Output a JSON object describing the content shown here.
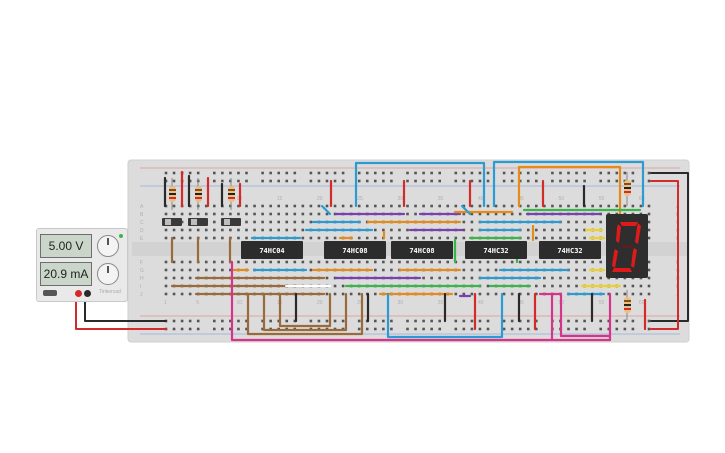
{
  "power_supply": {
    "voltage": "5.00 V",
    "current": "20.9 mA",
    "brand": "Tinkercad"
  },
  "chips": [
    {
      "label": "74HC04"
    },
    {
      "label": "74HC08"
    },
    {
      "label": "74HC08"
    },
    {
      "label": "74HC32"
    },
    {
      "label": "74HC32"
    }
  ],
  "breadboard": {
    "row_letters_top": [
      "A",
      "B",
      "C",
      "D",
      "E"
    ],
    "row_letters_bottom": [
      "F",
      "G",
      "H",
      "I",
      "J"
    ],
    "column_numbers": [
      "1",
      "5",
      "10",
      "15",
      "20",
      "25",
      "30",
      "35",
      "40",
      "45",
      "50",
      "55",
      "60"
    ]
  },
  "colors": {
    "board": "#dcdcdc",
    "chip": "#2c2c2c",
    "wire_blue": "#2b9bd4",
    "wire_red": "#d42a2a",
    "wire_orange": "#e68a1a",
    "wire_green": "#39b54a",
    "wire_purple": "#7a3fb0",
    "wire_pink": "#d6338a",
    "wire_brown": "#9b6a3a",
    "wire_black": "#2a2a2a",
    "wire_yellow": "#f0d020",
    "seven_segment_on": "#e01a1a"
  },
  "seven_segment": {
    "digit": "0"
  }
}
